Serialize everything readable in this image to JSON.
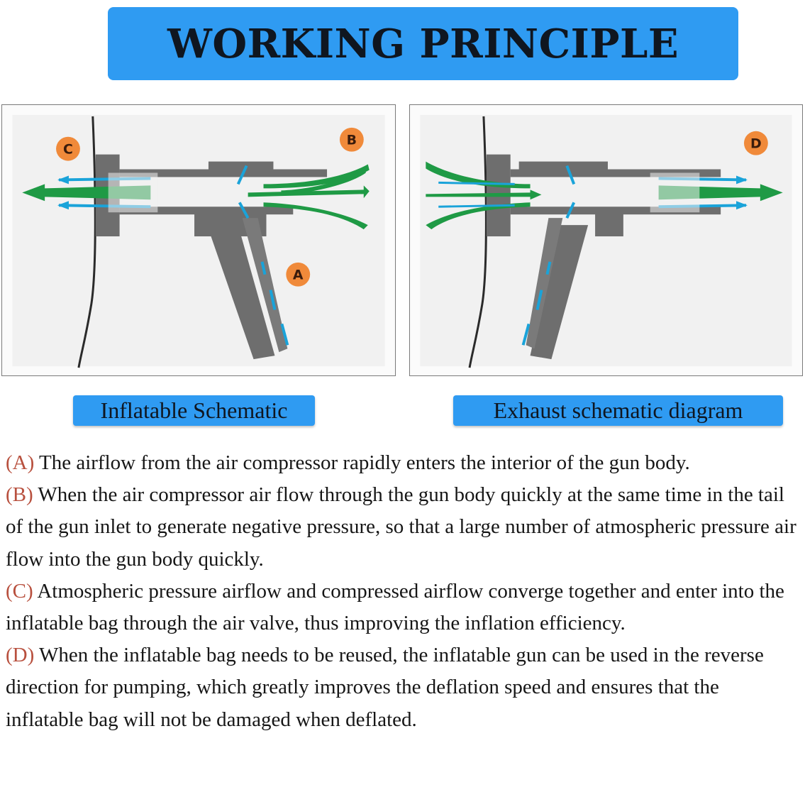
{
  "title": "WORKING PRINCIPLE",
  "colors": {
    "banner_blue": "#2f9bf2",
    "gun_gray": "#6e6e6e",
    "airflow_green": "#1f9a45",
    "airflow_blue": "#1aa3d9",
    "marker_orange": "#f08a3a",
    "label_red": "#b8503e"
  },
  "diagrams": {
    "inflate": {
      "caption": "Inflatable Schematic",
      "markers": [
        "C",
        "B",
        "A"
      ]
    },
    "exhaust": {
      "caption": "Exhaust schematic diagram",
      "markers": [
        "D"
      ]
    }
  },
  "descriptions": [
    {
      "tag": "(A)",
      "text": " The airflow from the air compressor rapidly enters the interior of the gun body."
    },
    {
      "tag": "(B)",
      "text": " When the air compressor air flow through the gun body quickly at the same time in the tail of the gun inlet to generate negative pressure, so that a large number of atmospheric pressure air flow into the gun body quickly."
    },
    {
      "tag": "(C)",
      "text": " Atmospheric pressure airflow and compressed airflow converge together and enter into the inflatable bag through the air valve, thus improving the inflation efficiency."
    },
    {
      "tag": "(D)",
      "text": " When the inflatable bag needs to be reused, the inflatable gun can be used in the reverse direction for pumping, which greatly improves the deflation speed and ensures that the inflatable bag will not be damaged when deflated."
    }
  ]
}
